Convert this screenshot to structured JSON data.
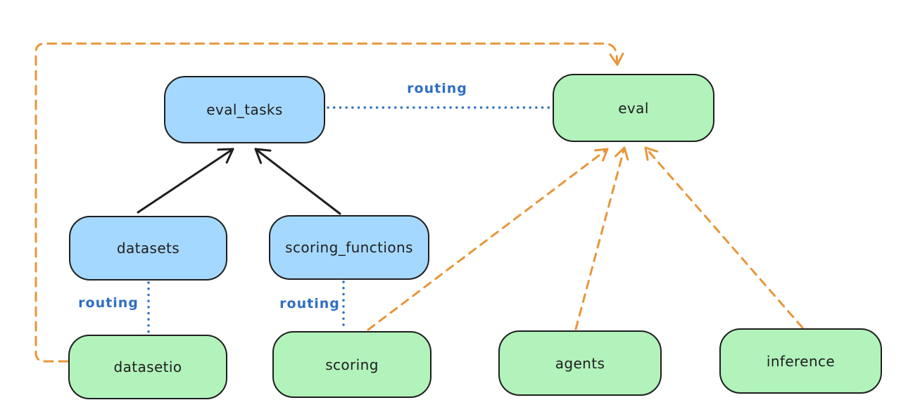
{
  "diagram": {
    "colors": {
      "node_stroke": "#1e1e1e",
      "api_fill": "#a5d8ff",
      "provider_fill": "#b2f2bb",
      "routing_color": "#2f6fc3",
      "orange_color": "#e8963a",
      "arrow_black": "#1e1e1e",
      "canvas_bg": "#ffffff"
    },
    "nodes": {
      "eval_tasks": {
        "label": "eval_tasks",
        "kind": "api"
      },
      "eval": {
        "label": "eval",
        "kind": "provider"
      },
      "datasets": {
        "label": "datasets",
        "kind": "api"
      },
      "scoring_functions": {
        "label": "scoring_functions",
        "kind": "api"
      },
      "datasetio": {
        "label": "datasetio",
        "kind": "provider"
      },
      "scoring": {
        "label": "scoring",
        "kind": "provider"
      },
      "agents": {
        "label": "agents",
        "kind": "provider"
      },
      "inference": {
        "label": "inference",
        "kind": "provider"
      }
    },
    "edge_labels": {
      "eval_tasks_to_eval": "routing",
      "datasets_to_datasetio": "routing",
      "scoring_functions_to_scoring": "routing"
    }
  }
}
